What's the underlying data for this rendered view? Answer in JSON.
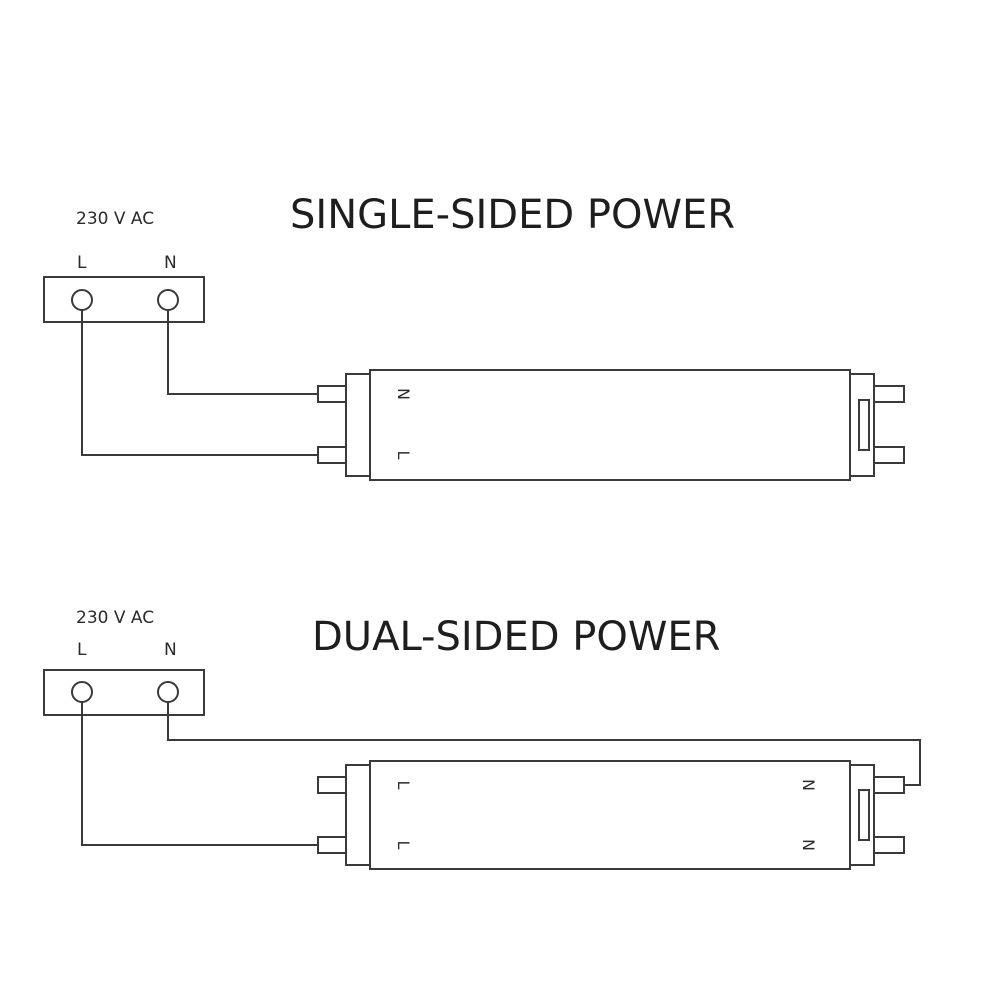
{
  "diagrams": [
    {
      "title": "SINGLE-SIDED POWER",
      "supply": {
        "voltage": "230 V AC",
        "terminal_l": "L",
        "terminal_n": "N"
      },
      "tube_left_pins": [
        "N",
        "L"
      ],
      "tube_right_pins": [
        "",
        ""
      ]
    },
    {
      "title": "DUAL-SIDED POWER",
      "supply": {
        "voltage": "230 V AC",
        "terminal_l": "L",
        "terminal_n": "N"
      },
      "tube_left_pins": [
        "L",
        "L"
      ],
      "tube_right_pins": [
        "N",
        "N"
      ]
    }
  ]
}
